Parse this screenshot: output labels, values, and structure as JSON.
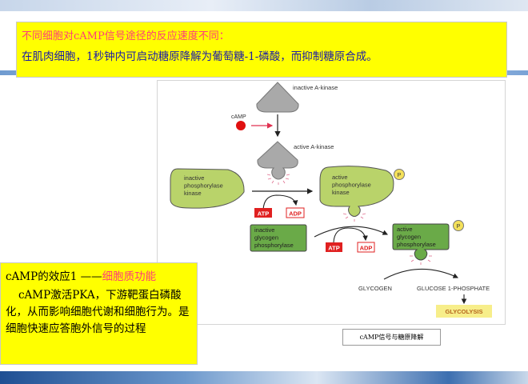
{
  "top_box": {
    "line1": "不同细胞对cAMP信号途径的反应速度不同：",
    "line2": "在肌肉细胞，1秒钟内可启动糖原降解为葡萄糖-1-磷酸，而抑制糖原合成。"
  },
  "left_box": {
    "title_prefix": "cAMP的效应1 ——",
    "title_highlight": "细胞质功能",
    "body": "cAMP激活PKA，下游靶蛋白磷酸化，从而影响细胞代谢和细胞行为。是细胞快速应答胞外信号的过程"
  },
  "figure": {
    "inactive_a_kinase": "inactive A-kinase",
    "camp": "cAMP",
    "active_a_kinase": "active A-kinase",
    "inactive_pk": [
      "inactive",
      "phosphorylase",
      "kinase"
    ],
    "active_pk": [
      "active",
      "phosphorylase",
      "kinase"
    ],
    "inactive_gp": [
      "inactive",
      "glycogen",
      "phosphorylase"
    ],
    "active_gp": [
      "active",
      "glycogen",
      "phosphorylase"
    ],
    "atp": "ATP",
    "adp": "ADP",
    "p": "P",
    "glycogen": "GLYCOGEN",
    "g1p": "GLUCOSE 1-PHOSPHATE",
    "glycolysis": "GLYCOLYSIS",
    "caption": "cAMP信号与糖原降解"
  },
  "colors": {
    "light_green": "#b9d36a",
    "dark_green": "#6aaa48",
    "red": "#e02020",
    "yellow": "#ffff00"
  }
}
